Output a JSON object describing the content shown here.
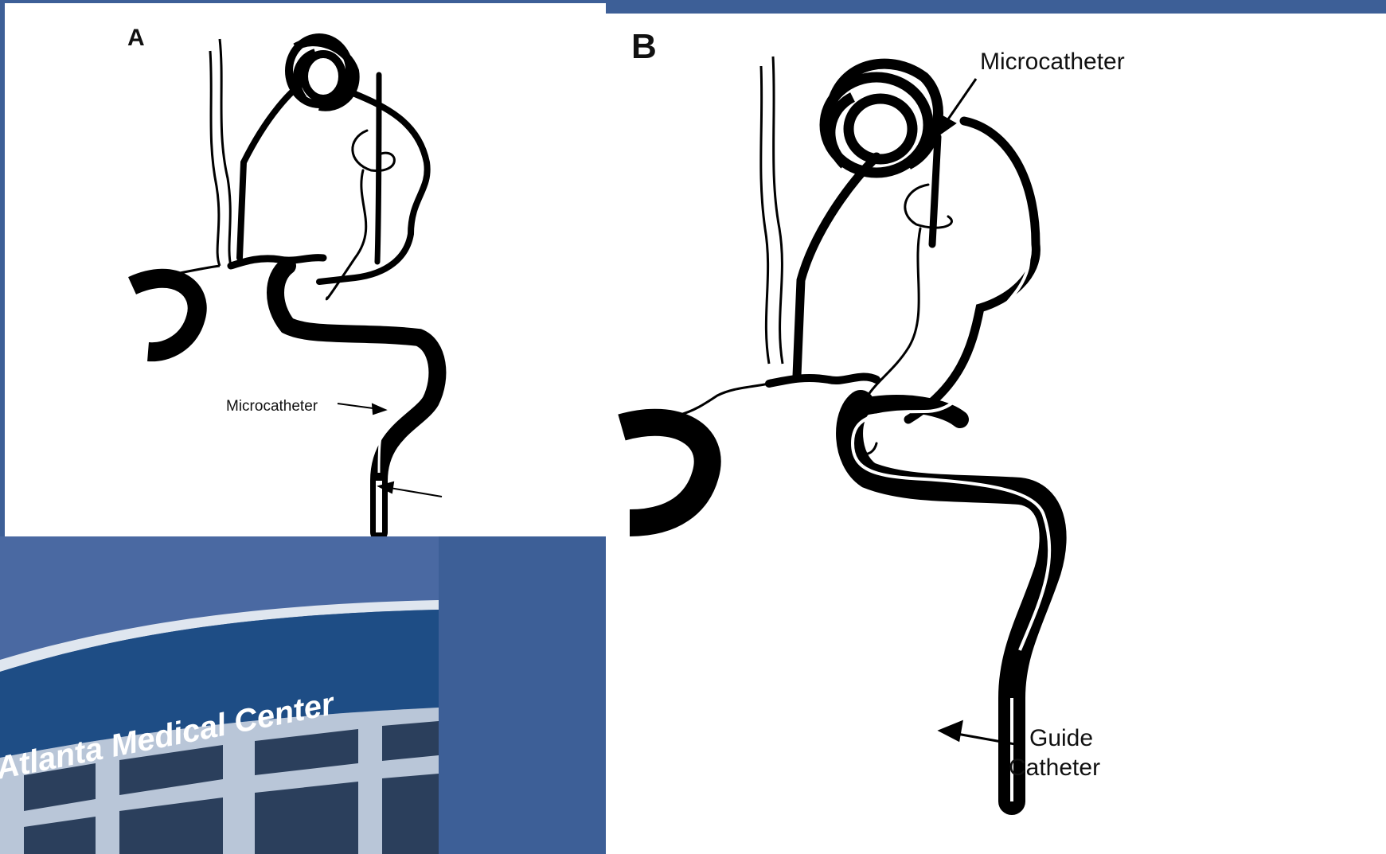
{
  "panel_a": {
    "letter": "A",
    "microcatheter_label": "Microcatheter"
  },
  "panel_b": {
    "letter": "B",
    "microcatheter_label": "Microcatheter",
    "guide_catheter_label_line1": "Guide",
    "guide_catheter_label_line2": "Catheter"
  },
  "photo": {
    "building_sign": "Atlanta Medical Center"
  },
  "colors": {
    "background": "#3d5f97",
    "panel": "#ffffff",
    "vessel": "#000000",
    "sky": "#4a69a2",
    "sign_band": "#1e4d85"
  }
}
